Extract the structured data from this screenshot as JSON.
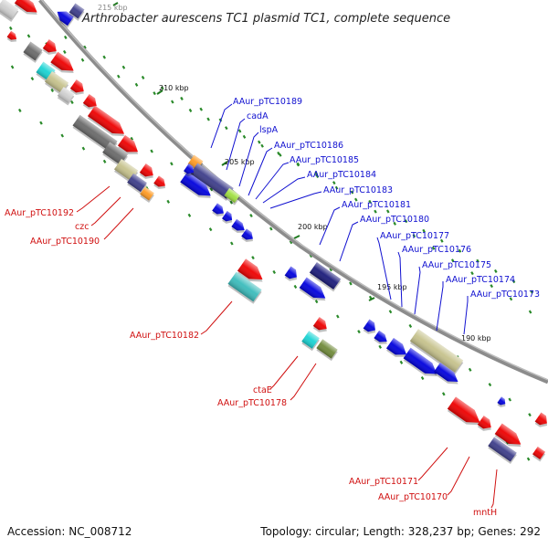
{
  "title": "Arthrobacter aurescens TC1 plasmid TC1, complete sequence",
  "footer": {
    "accession": "Accession: NC_008712",
    "summary": "Topology: circular; Length: 328,237 bp; Genes: 292"
  },
  "ticks": [
    {
      "kbp": 215,
      "label": "215 kbp"
    },
    {
      "kbp": 210,
      "label": "210 kbp"
    },
    {
      "kbp": 205,
      "label": "205 kbp"
    },
    {
      "kbp": 200,
      "label": "200 kbp"
    },
    {
      "kbp": 195,
      "label": "195 kbp"
    },
    {
      "kbp": 190,
      "label": "190 kbp"
    }
  ],
  "colors": {
    "forward": "#0000dd",
    "reverse": "#ee0000",
    "navy": "#1a1a7a",
    "purple": "#3d3d8a",
    "tan": "#c6c28c",
    "gray": "#6a6a6a",
    "cyan": "#19d4d4",
    "teal": "#3bbcbc",
    "orange": "#ff9a22",
    "olive": "#708a3a",
    "lime": "#a0e040",
    "lightgray": "#cfcfcf"
  },
  "forward_labels": [
    "AAur_pTC10189",
    "cadA",
    "lspA",
    "AAur_pTC10186",
    "AAur_pTC10185",
    "AAur_pTC10184",
    "AAur_pTC10183",
    "AAur_pTC10181",
    "AAur_pTC10180",
    "AAur_pTC10177",
    "AAur_pTC10176",
    "AAur_pTC10175",
    "AAur_pTC10174",
    "AAur_pTC10173"
  ],
  "reverse_labels": [
    "AAur_pTC10192",
    "czc",
    "AAur_pTC10190",
    "AAur_pTC10182",
    "ctaE",
    "AAur_pTC10178",
    "AAur_pTC10171",
    "AAur_pTC10170",
    "mntH"
  ]
}
